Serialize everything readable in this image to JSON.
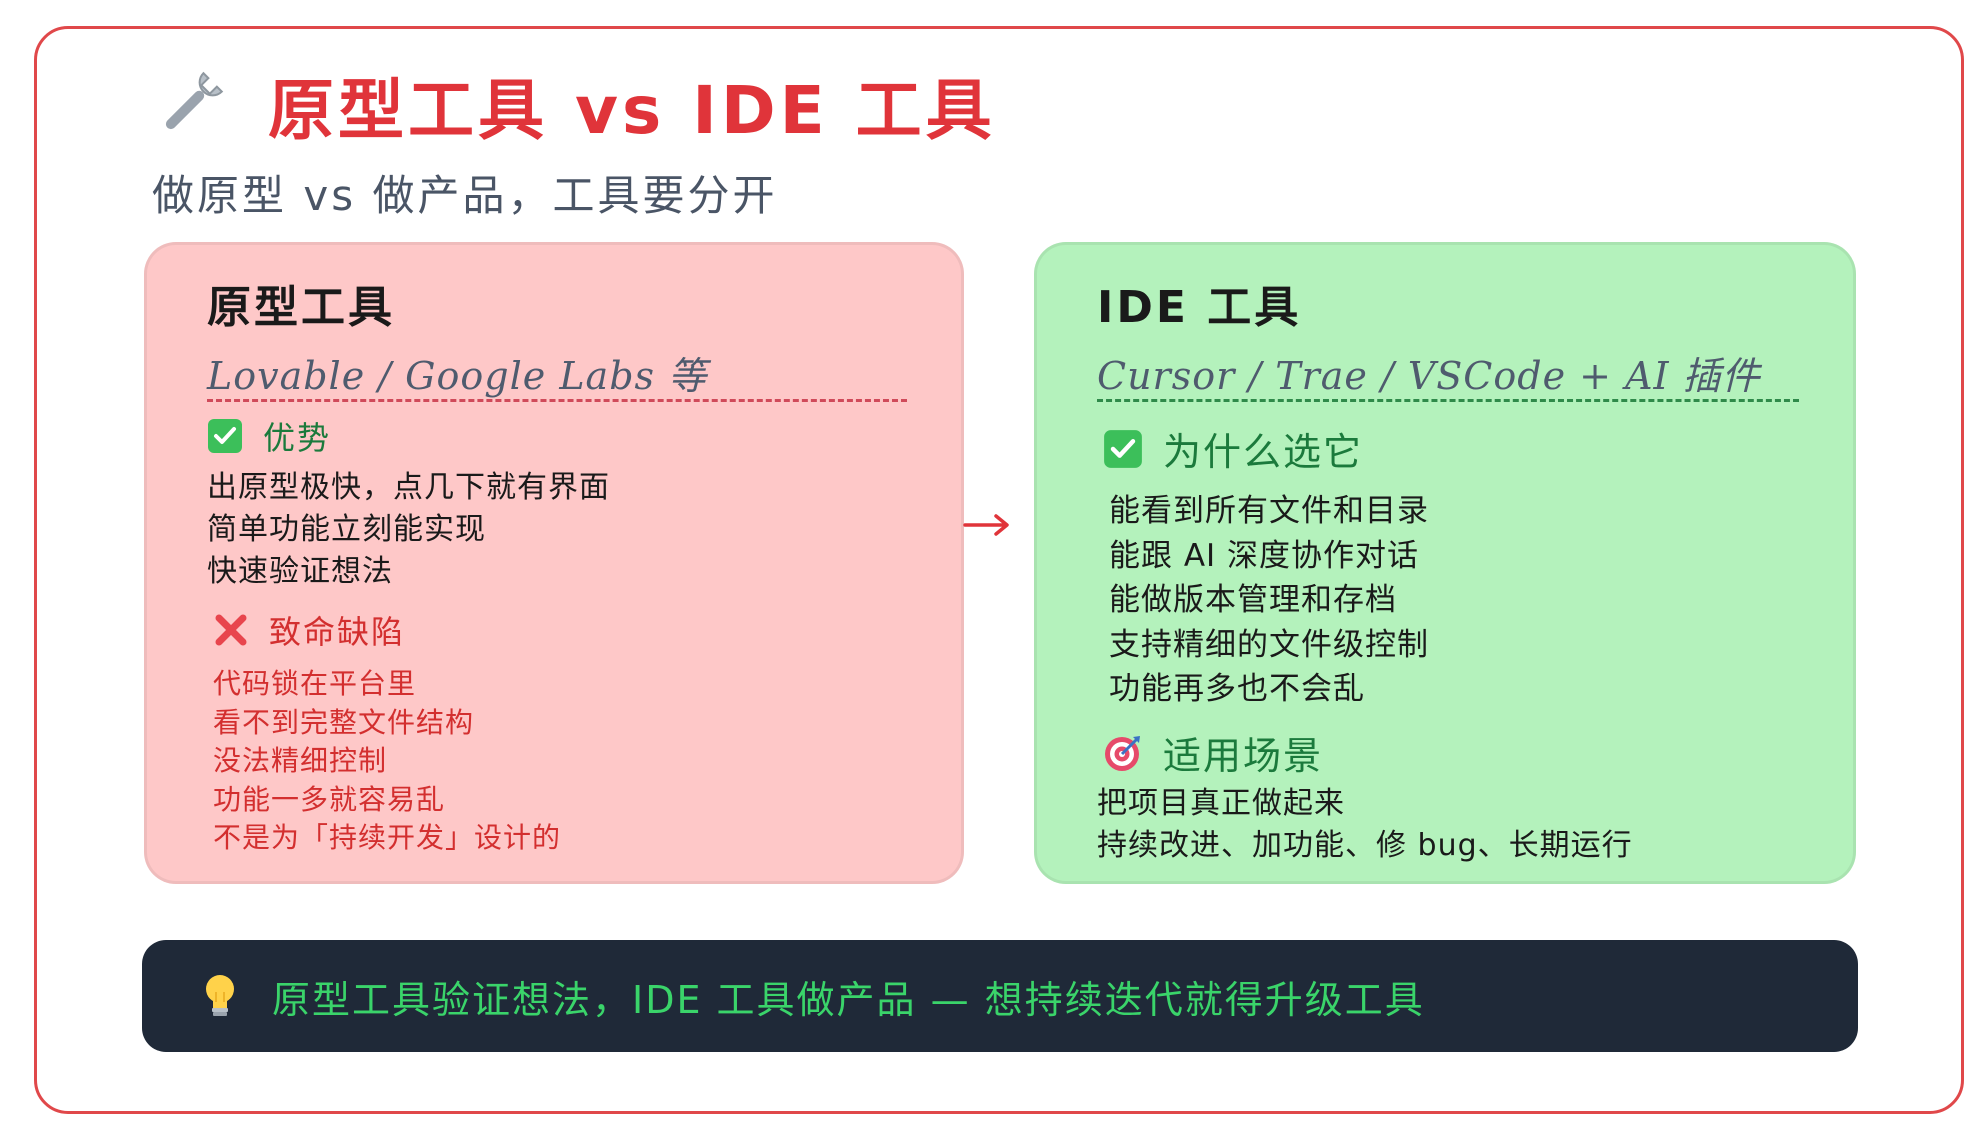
{
  "header": {
    "title": "原型工具 vs IDE 工具",
    "subtitle": "做原型 vs 做产品，工具要分开",
    "title_icon": "wrench-icon"
  },
  "left_card": {
    "title": "原型工具",
    "subtitle": "Lovable / Google Labs 等",
    "pros": {
      "icon": "check-box-icon",
      "heading": "优势",
      "items": [
        "出原型极快，点几下就有界面",
        "简单功能立刻能实现",
        "快速验证想法"
      ]
    },
    "cons": {
      "icon": "cross-icon",
      "heading": "致命缺陷",
      "items": [
        "代码锁在平台里",
        "看不到完整文件结构",
        "没法精细控制",
        "功能一多就容易乱",
        "不是为「持续开发」设计的"
      ]
    }
  },
  "arrow": "→",
  "right_card": {
    "title": "IDE 工具",
    "subtitle": "Cursor / Trae / VSCode + AI 插件",
    "why": {
      "icon": "check-box-icon",
      "heading": "为什么选它",
      "items": [
        "能看到所有文件和目录",
        "能跟 AI 深度协作对话",
        "能做版本管理和存档",
        "支持精细的文件级控制",
        "功能再多也不会乱"
      ]
    },
    "scenarios": {
      "icon": "target-icon",
      "heading": "适用场景",
      "items": [
        "把项目真正做起来",
        "持续改进、加功能、修 bug、长期运行"
      ]
    }
  },
  "banner": {
    "icon": "light-bulb-icon",
    "text": "原型工具验证想法，IDE 工具做产品 — 想持续迭代就得升级工具"
  },
  "colors": {
    "frame_border": "#e0484a",
    "title": "#e0343a",
    "left_card_bg": "#fec8c8",
    "right_card_bg": "#b4f2bc",
    "pros_text": "#1b7a3c",
    "cons_text": "#d32f2f",
    "banner_bg": "#1f2938",
    "banner_text": "#3ad46a"
  }
}
